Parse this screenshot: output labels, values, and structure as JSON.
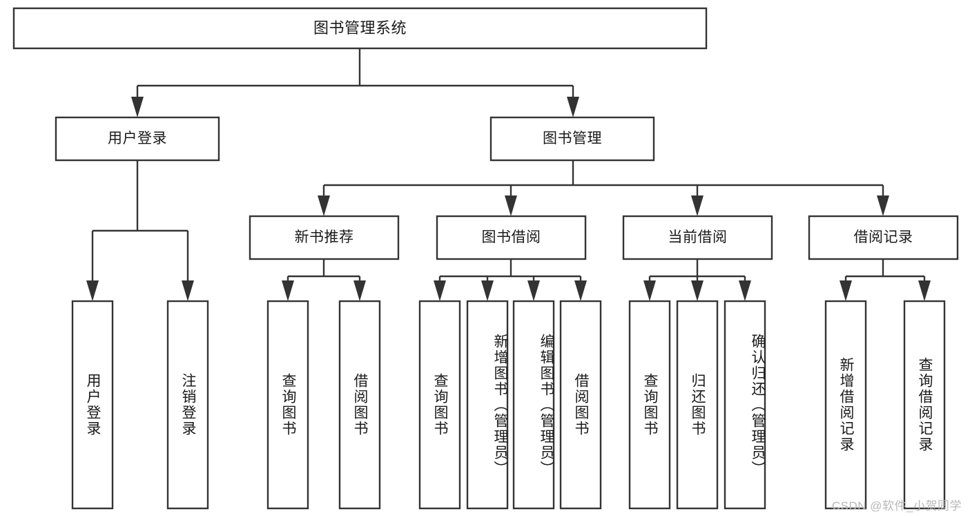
{
  "diagram": {
    "type": "hierarchy-tree",
    "title": "图书管理系统",
    "watermark": "CSDN @软件_小贺同学",
    "colors": {
      "box_stroke": "#333333",
      "box_fill": "#ffffff",
      "text": "#1a1a1a",
      "background": "#ffffff",
      "watermark": "#b8b8b8"
    },
    "root": {
      "label": "图书管理系统"
    },
    "level2": [
      {
        "label": "用户登录"
      },
      {
        "label": "图书管理"
      }
    ],
    "level3": [
      {
        "label": "新书推荐"
      },
      {
        "label": "图书借阅"
      },
      {
        "label": "当前借阅"
      },
      {
        "label": "借阅记录"
      }
    ],
    "leaves": {
      "user_login": [
        {
          "label": "用户登录"
        },
        {
          "label": "注销登录"
        }
      ],
      "new_book_recommend": [
        {
          "label": "查询图书"
        },
        {
          "label": "借阅图书"
        }
      ],
      "book_borrow": [
        {
          "label": "查询图书"
        },
        {
          "label": "新增图书（管理员）"
        },
        {
          "label": "编辑图书（管理员）"
        },
        {
          "label": "借阅图书"
        }
      ],
      "current_borrow": [
        {
          "label": "查询图书"
        },
        {
          "label": "归还图书"
        },
        {
          "label": "确认归还（管理员）"
        }
      ],
      "borrow_record": [
        {
          "label": "新增借阅记录"
        },
        {
          "label": "查询借阅记录"
        }
      ]
    }
  }
}
